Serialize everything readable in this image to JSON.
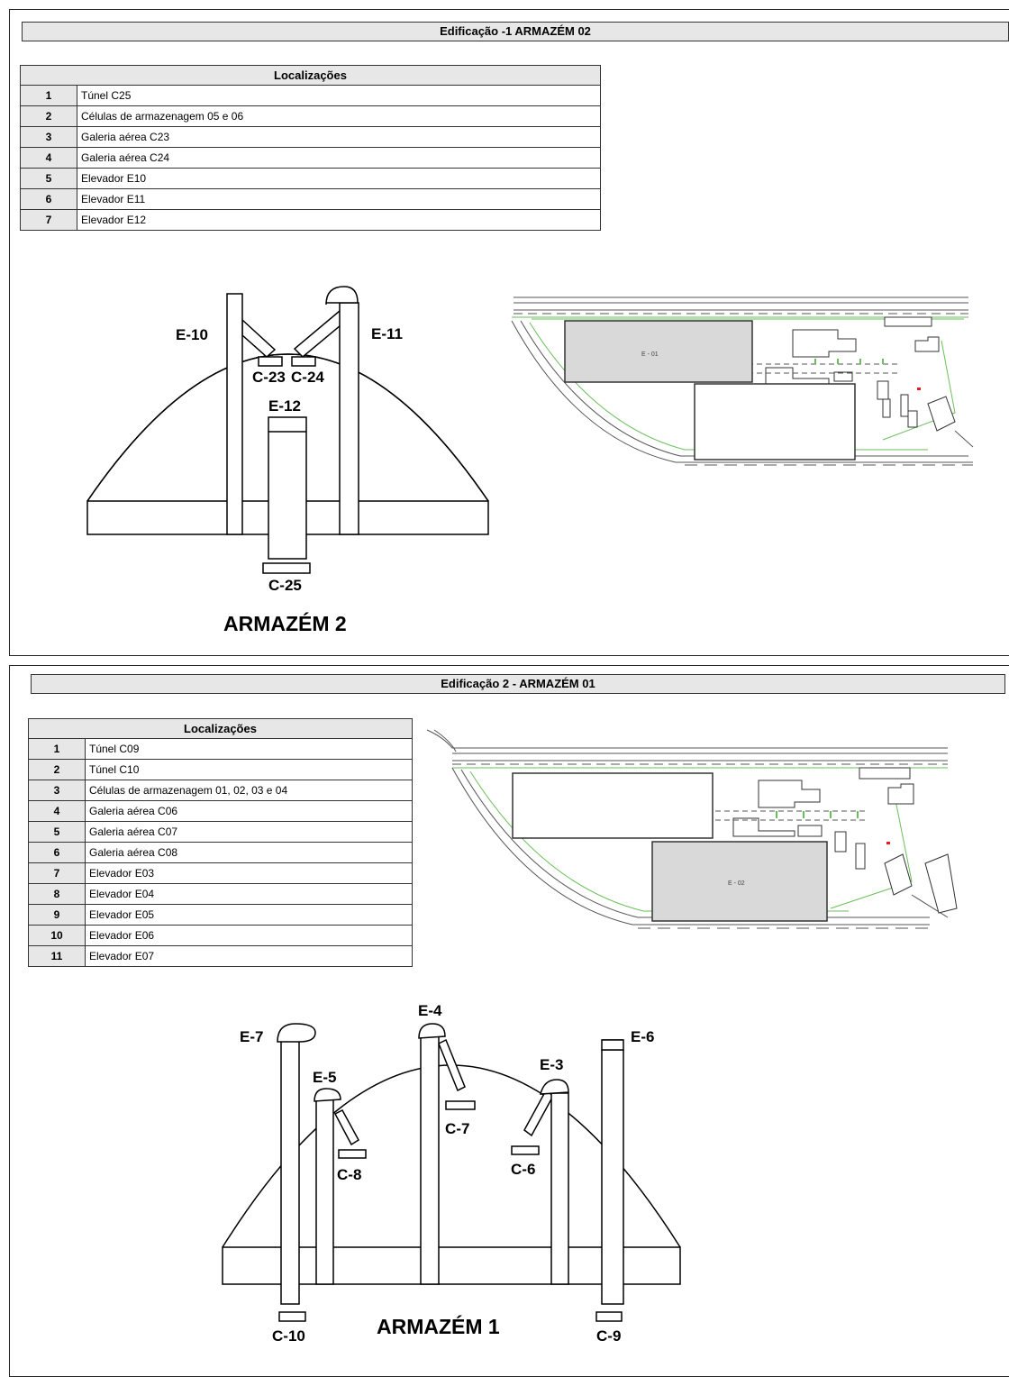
{
  "panel1": {
    "title": "Edificação -1 ARMAZÉM 02",
    "table_header": "Localizações",
    "rows": [
      {
        "n": "1",
        "text": "Túnel C25"
      },
      {
        "n": "2",
        "text": "Células de armazenagem 05 e 06"
      },
      {
        "n": "3",
        "text": "Galeria aérea C23"
      },
      {
        "n": "4",
        "text": "Galeria aérea C24"
      },
      {
        "n": "5",
        "text": "Elevador E10"
      },
      {
        "n": "6",
        "text": "Elevador E11"
      },
      {
        "n": "7",
        "text": "Elevador E12"
      }
    ],
    "diagram": {
      "name": "ARMAZÉM 2",
      "labels": {
        "e10": "E-10",
        "e11": "E-11",
        "e12": "E-12",
        "c23": "C-23",
        "c24": "C-24",
        "c25": "C-25"
      }
    },
    "site_plan": {
      "building_label": "E - 01"
    }
  },
  "panel2": {
    "title": "Edificação 2 - ARMAZÉM 01",
    "table_header": "Localizações",
    "rows": [
      {
        "n": "1",
        "text": "Túnel C09"
      },
      {
        "n": "2",
        "text": "Túnel C10"
      },
      {
        "n": "3",
        "text": "Células de armazenagem 01, 02, 03 e 04"
      },
      {
        "n": "4",
        "text": "Galeria aérea C06"
      },
      {
        "n": "5",
        "text": "Galeria aérea C07"
      },
      {
        "n": "6",
        "text": "Galeria aérea C08"
      },
      {
        "n": "7",
        "text": "Elevador E03"
      },
      {
        "n": "8",
        "text": "Elevador E04"
      },
      {
        "n": "9",
        "text": "Elevador E05"
      },
      {
        "n": "10",
        "text": "Elevador E06"
      },
      {
        "n": "11",
        "text": "Elevador E07"
      }
    ],
    "diagram": {
      "name": "ARMAZÉM 1",
      "labels": {
        "e7": "E-7",
        "e5": "E-5",
        "e4": "E-4",
        "e3": "E-3",
        "e6": "E-6",
        "c7": "C-7",
        "c8": "C-8",
        "c6": "C-6",
        "c10": "C-10",
        "c9": "C-9"
      }
    },
    "site_plan": {
      "building_label": "E - 02"
    }
  },
  "colors": {
    "header_fill": "#e7e7e7",
    "highlight_fill": "#d9d9d9",
    "road_green": "#6abf5a",
    "accent_red": "#e02020"
  }
}
